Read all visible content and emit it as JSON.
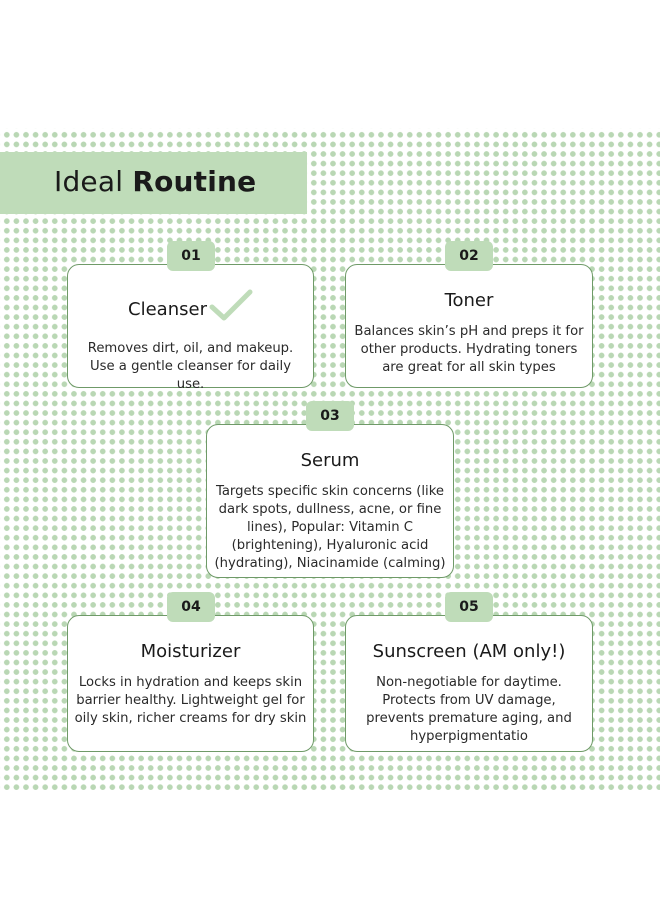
{
  "header": {
    "title_light": "Ideal",
    "title_bold": "Routine"
  },
  "colors": {
    "accent": "#bfdcb9",
    "border": "#6f9a68",
    "dots": "#b9d7b4"
  },
  "steps": [
    {
      "number": "01",
      "title": "Cleanser",
      "icon": "checkmark-icon",
      "description": "Removes dirt, oil, and makeup. Use a gentle cleanser for daily use."
    },
    {
      "number": "02",
      "title": "Toner",
      "description": "Balances skin’s pH and preps it for other products. Hydrating toners are great for all skin types"
    },
    {
      "number": "03",
      "title": "Serum",
      "description": "Targets specific skin concerns (like dark spots, dullness, acne, or fine lines), Popular: Vitamin C (brightening), Hyaluronic acid (hydrating), Niacinamide (calming)"
    },
    {
      "number": "04",
      "title": "Moisturizer",
      "description": "Locks in hydration and keeps skin barrier healthy. Lightweight gel for oily skin, richer creams for dry skin"
    },
    {
      "number": "05",
      "title": "Sunscreen (AM only!)",
      "description": "Non-negotiable for daytime. Protects from UV damage, prevents premature aging, and hyperpigmentatio"
    }
  ]
}
